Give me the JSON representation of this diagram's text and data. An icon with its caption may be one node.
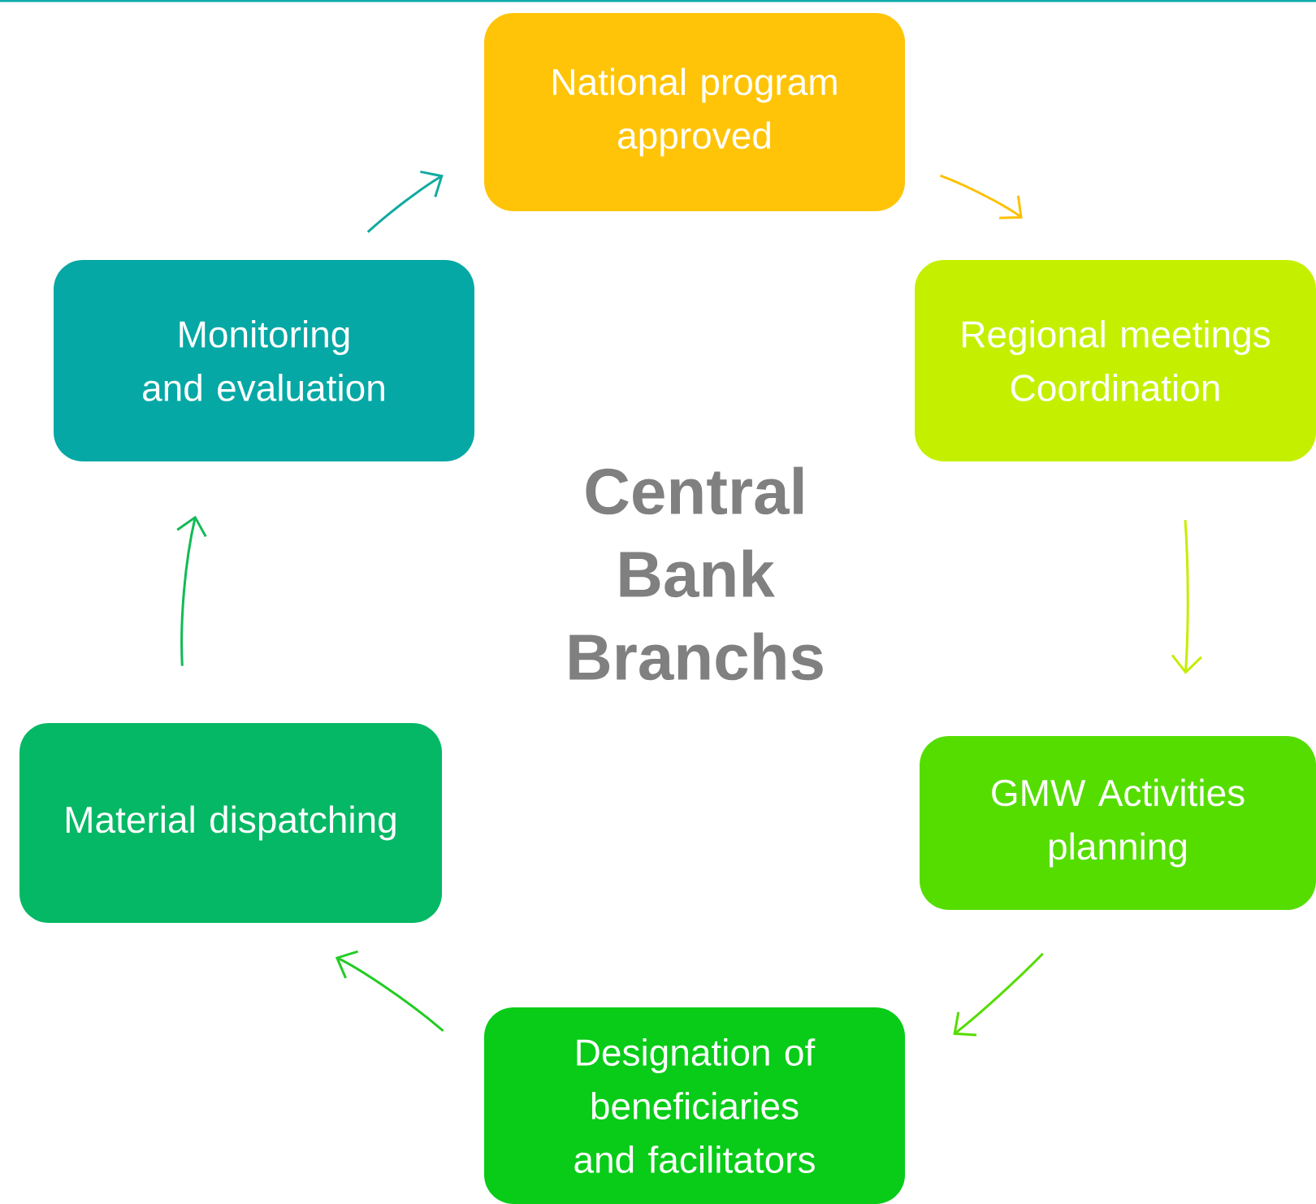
{
  "diagram": {
    "nodes": [
      {
        "text": [
          "National program approved"
        ]
      },
      {
        "text": [
          "Regional meetings Coordination"
        ]
      },
      {
        "text": [
          "GMW Activities planning"
        ]
      },
      {
        "text": [
          "Designation of beneficiaries and facilitators"
        ]
      },
      {
        "text": [
          "Material dispatching"
        ]
      },
      {
        "text": [
          "Monitoring and evaluation"
        ]
      }
    ],
    "edges": [
      {
        "from": 0,
        "to": 1,
        "arrow": "to",
        "color": "#ffc000"
      },
      {
        "from": 1,
        "to": 2,
        "arrow": "to",
        "color": "#c4ee00"
      },
      {
        "from": 2,
        "to": 3,
        "arrow": "to",
        "color": "#55dd00"
      },
      {
        "from": 3,
        "to": 4,
        "arrow": "to",
        "color": "#22cc22"
      },
      {
        "from": 4,
        "to": 5,
        "arrow": "to",
        "color": "#11bb55"
      },
      {
        "from": 5,
        "to": 0,
        "arrow": "to",
        "color": "#11aaa0"
      }
    ],
    "labels": [
      "Central Bank Branchs"
    ]
  }
}
